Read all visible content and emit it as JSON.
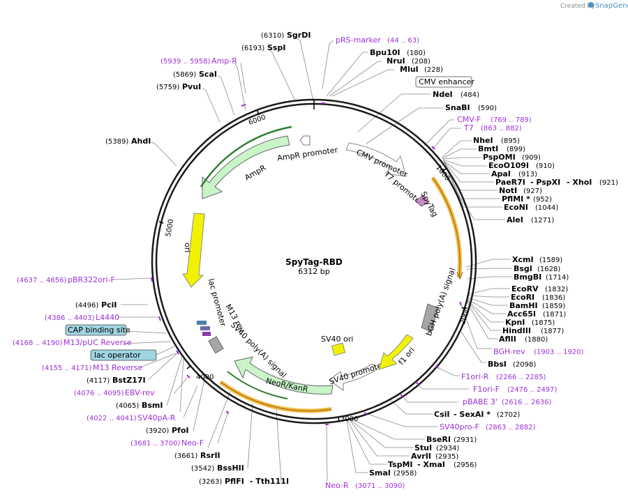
{
  "header": {
    "created_by": "Created by",
    "brand": "SnapGene"
  },
  "plasmid": {
    "name": "SpyTag-RBD",
    "size": "6312 bp"
  },
  "ticks": [
    "1000",
    "2000",
    "3000",
    "4000",
    "5000",
    "6000"
  ],
  "colors": {
    "backbone": "#1a1a1a",
    "primer": "#9b30d9",
    "antibiotic": "#c9f5c9",
    "ori": "#f2f200",
    "promoter": "#ffffff",
    "orf": "#f5b942",
    "tag": "#c48cc4",
    "polyA": "#a6a6a6"
  },
  "features": {
    "cmv_promoter": "CMV promoter",
    "t7_promoter": "T7 promoter",
    "spytag": "SpyTag",
    "ampr": "AmpR",
    "ampr_promoter": "AmpR promoter",
    "ori": "ori",
    "lac_promoter": "lac promoter",
    "m13_rev": "M13 rev",
    "sv40_polya": "SV40 poly(A) signal",
    "neor": "NeoR/KanR",
    "sv40_promoter": "SV40 promoter",
    "sv40_ori": "SV40 ori",
    "bgh_polya": "bGH poly(A) signal",
    "f1_ori": "f1 ori"
  },
  "boxes": {
    "cmv_enhancer": "CMV enhancer",
    "cap_site": "CAP binding site",
    "lac_operator": "lac operator"
  },
  "sites": {
    "sgrdi": {
      "name": "SgrDI",
      "pos": "(6310)"
    },
    "sspi": {
      "name": "SspI",
      "pos": "(6193)"
    },
    "scai": {
      "name": "ScaI",
      "pos": "(5869)"
    },
    "pvui": {
      "name": "PvuI",
      "pos": "(5759)"
    },
    "ahdi": {
      "name": "AhdI",
      "pos": "(5389)"
    },
    "pcii": {
      "name": "PciI",
      "pos": "(4496)"
    },
    "bstz17i": {
      "name": "BstZ17I",
      "pos": "(4117)"
    },
    "bsmi": {
      "name": "BsmI",
      "pos": "(4065)"
    },
    "pfoi": {
      "name": "PfoI",
      "pos": "(3920)"
    },
    "rsrii": {
      "name": "RsrII",
      "pos": "(3661)"
    },
    "bsshii": {
      "name": "BssHII",
      "pos": "(3542)"
    },
    "pflfi": {
      "name": "PflFI",
      "pos": "(3263)",
      "alt": "- Tth111I"
    },
    "bpu10i": {
      "name": "Bpu10I",
      "pos": "(180)"
    },
    "nrui": {
      "name": "NruI",
      "pos": "(208)"
    },
    "mlui": {
      "name": "MluI",
      "pos": "(228)"
    },
    "ndei": {
      "name": "NdeI",
      "pos": "(484)"
    },
    "snabi": {
      "name": "SnaBI",
      "pos": "(590)"
    },
    "nhei": {
      "name": "NheI",
      "pos": "(895)"
    },
    "bmti": {
      "name": "BmtI",
      "pos": "(899)"
    },
    "pspomi": {
      "name": "PspOMI",
      "pos": "(909)"
    },
    "eco0109i": {
      "name": "EcoO109I",
      "pos": "(910)"
    },
    "apai": {
      "name": "ApaI",
      "pos": "(913)"
    },
    "paer7i": {
      "name": "PaeR7I",
      "alt1": "- PspXI",
      "alt2": "- XhoI",
      "pos": "(921)"
    },
    "noti": {
      "name": "NotI",
      "pos": "(927)"
    },
    "pflmi": {
      "name": "PflMI *",
      "pos": "(952)"
    },
    "econi": {
      "name": "EcoNI",
      "pos": "(1044)"
    },
    "alei": {
      "name": "AleI",
      "pos": "(1271)"
    },
    "xcmi": {
      "name": "XcmI",
      "pos": "(1589)"
    },
    "bsgi": {
      "name": "BsgI",
      "pos": "(1628)"
    },
    "bmgbi": {
      "name": "BmgBI",
      "pos": "(1714)"
    },
    "ecorv": {
      "name": "EcoRV",
      "pos": "(1832)"
    },
    "ecori": {
      "name": "EcoRI",
      "pos": "(1836)"
    },
    "bamhi": {
      "name": "BamHI",
      "pos": "(1859)"
    },
    "acc65i": {
      "name": "Acc65I",
      "pos": "(1871)"
    },
    "kpni": {
      "name": "KpnI",
      "pos": "(1875)"
    },
    "hindiii": {
      "name": "HindIII",
      "pos": "(1877)"
    },
    "aflii": {
      "name": "AflII",
      "pos": "(1880)"
    },
    "bbsi": {
      "name": "BbsI",
      "pos": "(2098)"
    },
    "csii": {
      "name": "CsiI",
      "alt": "- SexAI *",
      "pos": "(2702)"
    },
    "bseri": {
      "name": "BseRI",
      "pos": "(2931)"
    },
    "stui": {
      "name": "StuI",
      "pos": "(2934)"
    },
    "avrii": {
      "name": "AvrII",
      "pos": "(2935)"
    },
    "tspmi": {
      "name": "TspMI",
      "alt": "- XmaI",
      "pos": "(2956)"
    },
    "smai": {
      "name": "SmaI",
      "pos": "(2958)"
    }
  },
  "primers": {
    "prs": {
      "name": "pRS-marker",
      "range": "(44 .. 63)"
    },
    "ampr": {
      "name": "Amp-R",
      "range": "(5939 .. 5958)"
    },
    "pbr322": {
      "name": "pBR322ori-F",
      "range": "(4637 .. 4656)"
    },
    "l4440": {
      "name": "L4440",
      "range": "(4386 .. 4403)"
    },
    "m13puc": {
      "name": "M13/pUC Reverse",
      "range": "(4168 .. 4190)"
    },
    "m13rev": {
      "name": "M13 Reverse",
      "range": "(4155 .. 4171)"
    },
    "ebvrev": {
      "name": "EBV-rev",
      "range": "(4076 .. 4095)"
    },
    "sv40pa": {
      "name": "SV40pA-R",
      "range": "(4022 .. 4041)"
    },
    "neof": {
      "name": "Neo-F",
      "range": "(3681 .. 3700)"
    },
    "neor": {
      "name": "Neo-R",
      "range": "(3071 .. 3090)"
    },
    "cmvf": {
      "name": "CMV-F",
      "range": "(769 .. 789)"
    },
    "t7": {
      "name": "T7",
      "range": "(863 .. 882)"
    },
    "bghrev": {
      "name": "BGH-rev",
      "range": "(1903 .. 1920)"
    },
    "f1orir": {
      "name": "F1ori-R",
      "range": "(2266 .. 2285)"
    },
    "f1orif": {
      "name": "F1ori-F",
      "range": "(2476 .. 2497)"
    },
    "pbabe": {
      "name": "pBABE 3'",
      "range": "(2616 .. 2636)"
    },
    "sv40pro": {
      "name": "SV40pro-F",
      "range": "(2863 .. 2882)"
    }
  }
}
